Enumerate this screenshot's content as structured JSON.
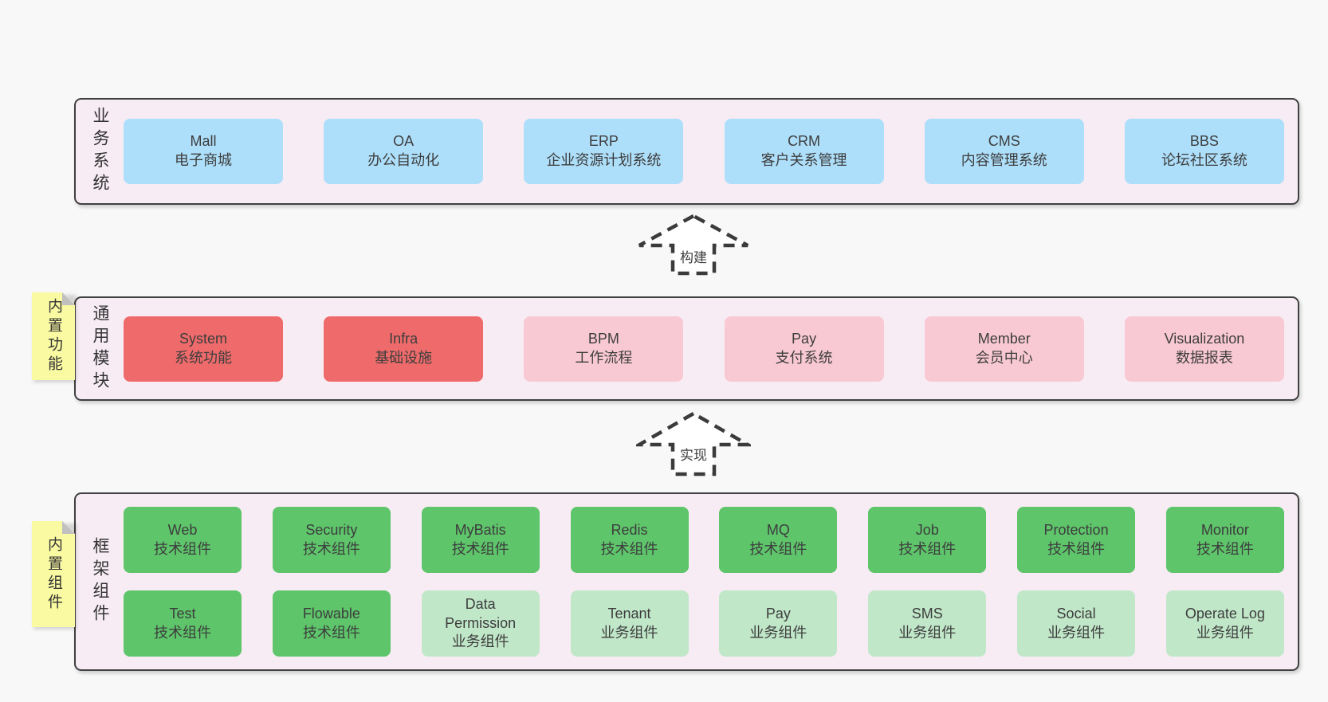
{
  "colors": {
    "page_background": "#f8f8f8",
    "layer_background": "#f7ecf4",
    "layer_border": "#404040",
    "note_background": "#fafaa2",
    "note_fold": "#c0c0c0",
    "blue": "#aedffa",
    "red": "#ef6b6b",
    "pink": "#f9c9d3",
    "green": "#5ec56b",
    "lightgreen": "#c1e7c9",
    "text": "#3d3d3d"
  },
  "arrows": [
    {
      "label": "构建",
      "direction": "up"
    },
    {
      "label": "实现",
      "direction": "up"
    }
  ],
  "layers": [
    {
      "label": "业务系统",
      "rows": [
        [
          {
            "name": "Mall",
            "desc": "电子商城",
            "variant": "blue"
          },
          {
            "name": "OA",
            "desc": "办公自动化",
            "variant": "blue"
          },
          {
            "name": "ERP",
            "desc": "企业资源计划系统",
            "variant": "blue"
          },
          {
            "name": "CRM",
            "desc": "客户关系管理",
            "variant": "blue"
          },
          {
            "name": "CMS",
            "desc": "内容管理系统",
            "variant": "blue"
          },
          {
            "name": "BBS",
            "desc": "论坛社区系统",
            "variant": "blue"
          }
        ]
      ]
    },
    {
      "label": "通用模块",
      "note": "内置功能",
      "rows": [
        [
          {
            "name": "System",
            "desc": "系统功能",
            "variant": "red"
          },
          {
            "name": "Infra",
            "desc": "基础设施",
            "variant": "red"
          },
          {
            "name": "BPM",
            "desc": "工作流程",
            "variant": "pink"
          },
          {
            "name": "Pay",
            "desc": "支付系统",
            "variant": "pink"
          },
          {
            "name": "Member",
            "desc": "会员中心",
            "variant": "pink"
          },
          {
            "name": "Visualization",
            "desc": "数据报表",
            "variant": "pink"
          }
        ]
      ]
    },
    {
      "label": "框架组件",
      "note": "内置组件",
      "rows": [
        [
          {
            "name": "Web",
            "desc": "技术组件",
            "variant": "green"
          },
          {
            "name": "Security",
            "desc": "技术组件",
            "variant": "green"
          },
          {
            "name": "MyBatis",
            "desc": "技术组件",
            "variant": "green"
          },
          {
            "name": "Redis",
            "desc": "技术组件",
            "variant": "green"
          },
          {
            "name": "MQ",
            "desc": "技术组件",
            "variant": "green"
          },
          {
            "name": "Job",
            "desc": "技术组件",
            "variant": "green"
          },
          {
            "name": "Protection",
            "desc": "技术组件",
            "variant": "green"
          },
          {
            "name": "Monitor",
            "desc": "技术组件",
            "variant": "green"
          }
        ],
        [
          {
            "name": "Test",
            "desc": "技术组件",
            "variant": "green"
          },
          {
            "name": "Flowable",
            "desc": "技术组件",
            "variant": "green"
          },
          {
            "name": "Data Permission",
            "desc": "业务组件",
            "variant": "lightgreen"
          },
          {
            "name": "Tenant",
            "desc": "业务组件",
            "variant": "lightgreen"
          },
          {
            "name": "Pay",
            "desc": "业务组件",
            "variant": "lightgreen"
          },
          {
            "name": "SMS",
            "desc": "业务组件",
            "variant": "lightgreen"
          },
          {
            "name": "Social",
            "desc": "业务组件",
            "variant": "lightgreen"
          },
          {
            "name": "Operate Log",
            "desc": "业务组件",
            "variant": "lightgreen"
          }
        ]
      ]
    }
  ]
}
